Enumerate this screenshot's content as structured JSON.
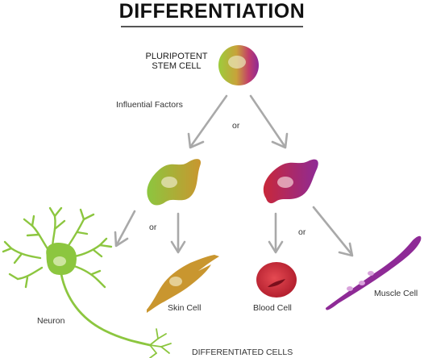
{
  "title": "DIFFERENTIATION",
  "stem_cell": {
    "line1": "PLURIPOTENT",
    "line2": "STEM CELL"
  },
  "influential_factors": "Influential Factors",
  "or_top": "or",
  "or_left": "or",
  "or_right": "or",
  "cells": {
    "neuron": "Neuron",
    "skin": "Skin Cell",
    "blood": "Blood Cell",
    "muscle": "Muscle Cell"
  },
  "footer": "DIFFERENTIATED CELLS",
  "colors": {
    "arrow": "#a9a9a9",
    "green": "#8cc63f",
    "tan": "#c9962f",
    "magenta": "#b02d7a",
    "red": "#c8283a",
    "purple": "#8e2a96"
  }
}
